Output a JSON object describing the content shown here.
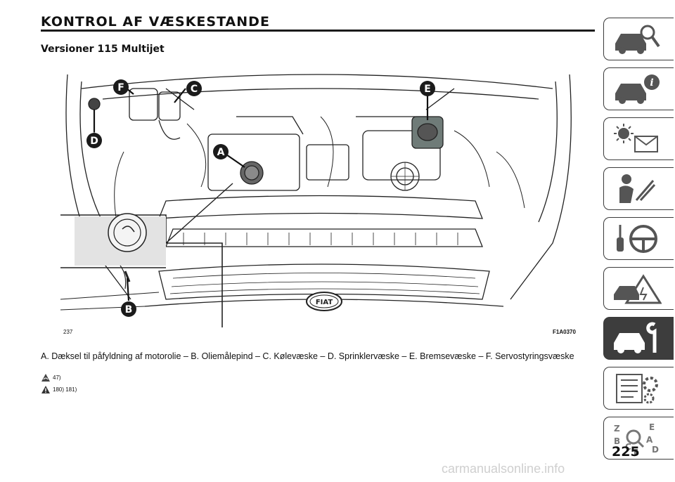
{
  "page": {
    "title": "KONTROL AF VÆSKESTANDE",
    "subtitle": "Versioner 115 Multijet",
    "page_number": "225",
    "watermark": "carmanualsonline.info"
  },
  "figure": {
    "number": "237",
    "code": "F1A0370",
    "callouts": [
      "A",
      "B",
      "C",
      "D",
      "E",
      "F"
    ],
    "badge": "FIAT",
    "caption": "A. Dæksel til påfyldning af motorolie – B. Oliemålepind – C. Kølevæske – D. Sprinklervæske – E. Bremsevæske – F. Servostyringsvæske"
  },
  "notes": [
    {
      "icon": "service-warning-icon",
      "text": "47)"
    },
    {
      "icon": "warning-triangle-icon",
      "text": "180) 181)"
    }
  ],
  "side_tabs": [
    {
      "icon": "dashboard-car-icon",
      "active": false
    },
    {
      "icon": "car-info-icon",
      "active": false
    },
    {
      "icon": "warning-lights-icon",
      "active": false
    },
    {
      "icon": "safety-passenger-icon",
      "active": false
    },
    {
      "icon": "steering-key-icon",
      "active": false
    },
    {
      "icon": "emergency-car-icon",
      "active": false
    },
    {
      "icon": "maintenance-car-icon",
      "active": true
    },
    {
      "icon": "technical-data-icon",
      "active": false
    },
    {
      "icon": "index-icon",
      "active": false
    }
  ]
}
